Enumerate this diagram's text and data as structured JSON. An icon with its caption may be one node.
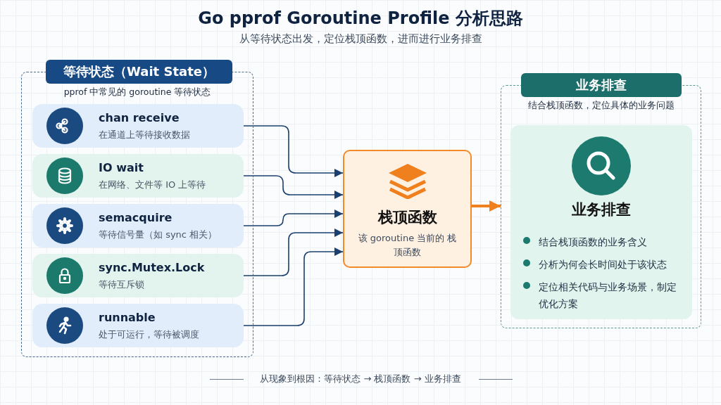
{
  "diagram": {
    "title": "Go pprof Goroutine Profile 分析思路",
    "nodes": [
      {
        "text": [
          "等待状态（Wait State）",
          "pprof 中常见的 goroutine 等待状态"
        ]
      },
      {
        "text": [
          "chan receive",
          "在通道上等待接收数据"
        ],
        "in": 0
      },
      {
        "text": [
          "IO wait",
          "在网络、文件等 IO 上等待"
        ],
        "in": 0
      },
      {
        "text": [
          "semacquire",
          "等待信号量（如 sync 相关）"
        ],
        "in": 0
      },
      {
        "text": [
          "sync.Mutex.Lock",
          "等待互斥锁"
        ],
        "in": 0
      },
      {
        "text": [
          "runnable",
          "处于可运行，等待被调度"
        ],
        "in": 0
      },
      {
        "text": [
          "栈顶函数",
          "该 goroutine 当前的 栈顶函数"
        ]
      },
      {
        "text": [
          "业务排查",
          "结合栈顶函数，定位具体的业务问题"
        ]
      },
      {
        "text": [
          "业务排查",
          "结合栈顶函数的业务含义",
          "分析为何会长时间处于该状态",
          "定位相关代码与业务场景，制定优化方案"
        ],
        "in": 7
      }
    ],
    "edges": [
      {
        "from": 1,
        "to": 6,
        "arrow": "to"
      },
      {
        "from": 2,
        "to": 6,
        "arrow": "to"
      },
      {
        "from": 3,
        "to": 6,
        "arrow": "to"
      },
      {
        "from": 4,
        "to": 6,
        "arrow": "to"
      },
      {
        "from": 5,
        "to": 6,
        "arrow": "to"
      },
      {
        "from": 6,
        "to": 7,
        "arrow": "to",
        "style": "thick",
        "color": "#f07f1e"
      }
    ],
    "labels": [
      "从等待状态出发，定位栈顶函数，进而进行业务排查",
      "从现象到根因：等待状态 → 栈顶函数 → 业务排查"
    ]
  }
}
